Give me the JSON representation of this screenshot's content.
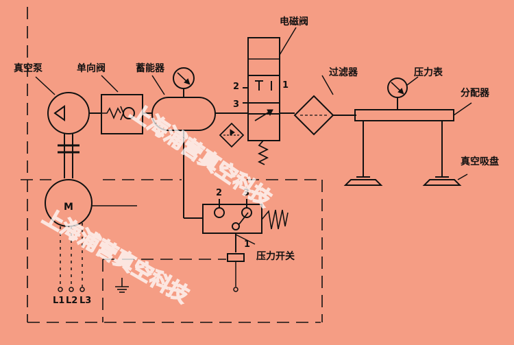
{
  "labels": {
    "vacuum_pump": "真空泵",
    "check_valve": "单向阀",
    "accumulator": "蓄能器",
    "solenoid_valve": "电磁阀",
    "filter": "过滤器",
    "pressure_gauge": "压力表",
    "distributor": "分配器",
    "suction_cup": "真空吸盘",
    "pressure_switch": "压力开关"
  },
  "ports": {
    "valve_2": "2",
    "valve_1": "1",
    "valve_3": "3",
    "switch_2": "2",
    "switch_3": "3",
    "switch_1": "1"
  },
  "motor": {
    "symbol": "M"
  },
  "phases": {
    "l1": "L1",
    "l2": "L2",
    "l3": "L3"
  },
  "watermark": {
    "line1": "上海浦营真空科技",
    "line2": "上海浦营真空科技"
  },
  "colors": {
    "background": "#f59d84",
    "line": "#111111",
    "watermark": "#ffffff"
  }
}
